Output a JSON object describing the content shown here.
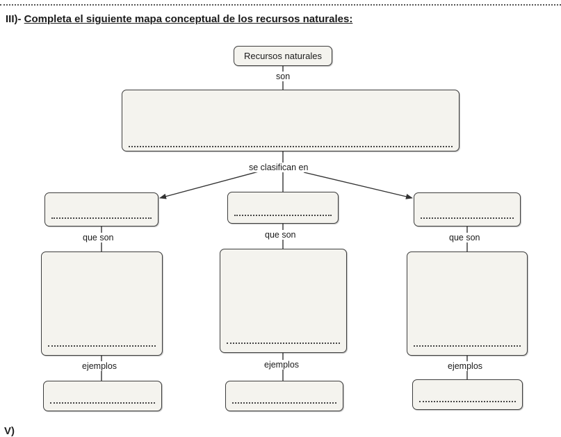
{
  "heading": {
    "number": "III)-",
    "title": "Completa el siguiente mapa conceptual de los recursos naturales:"
  },
  "map": {
    "root_label": "Recursos naturales",
    "link_son": "son",
    "link_classified": "se clasifican en",
    "link_que_son": "que son",
    "link_ejemplos": "ejemplos"
  },
  "footer_peek": "V)"
}
